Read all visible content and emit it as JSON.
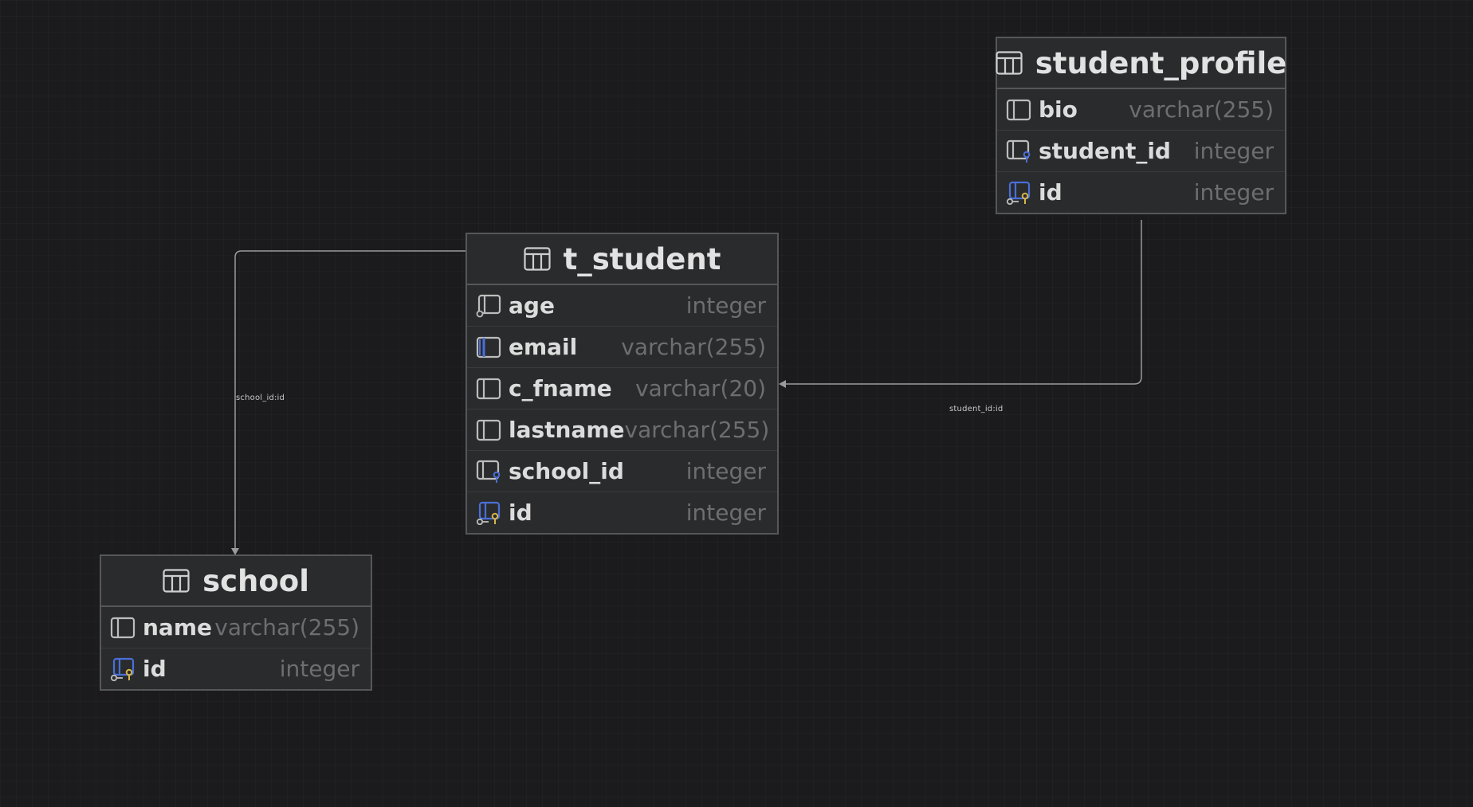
{
  "tables": {
    "student_profile": {
      "name": "student_profile",
      "columns": [
        {
          "name": "bio",
          "type": "varchar(255)",
          "icon": "column-icon"
        },
        {
          "name": "student_id",
          "type": "integer",
          "icon": "foreign-key-column-icon"
        },
        {
          "name": "id",
          "type": "integer",
          "icon": "primary-key-column-icon"
        }
      ]
    },
    "t_student": {
      "name": "t_student",
      "columns": [
        {
          "name": "age",
          "type": "integer",
          "icon": "nullable-column-icon"
        },
        {
          "name": "email",
          "type": "varchar(255)",
          "icon": "unique-column-icon"
        },
        {
          "name": "c_fname",
          "type": "varchar(20)",
          "icon": "column-icon"
        },
        {
          "name": "lastname",
          "type": "varchar(255)",
          "icon": "column-icon"
        },
        {
          "name": "school_id",
          "type": "integer",
          "icon": "foreign-key-column-icon"
        },
        {
          "name": "id",
          "type": "integer",
          "icon": "primary-key-column-icon"
        }
      ]
    },
    "school": {
      "name": "school",
      "columns": [
        {
          "name": "name",
          "type": "varchar(255)",
          "icon": "column-icon"
        },
        {
          "name": "id",
          "type": "integer",
          "icon": "primary-key-column-icon"
        }
      ]
    }
  },
  "relations": {
    "school_link": {
      "label": "school_id:id",
      "from": "t_student",
      "to": "school"
    },
    "student_link": {
      "label": "student_id:id",
      "from": "student_profile",
      "to": "t_student"
    }
  },
  "colors": {
    "background": "#1b1b1d",
    "table_bg": "#2a2b2d",
    "border": "#55575a",
    "column_name": "#dcdcdc",
    "column_type": "#6d6e71",
    "link_line": "#9a9b9e",
    "fk_accent": "#4a6fd8",
    "pk_accent": "#d8b64a"
  }
}
